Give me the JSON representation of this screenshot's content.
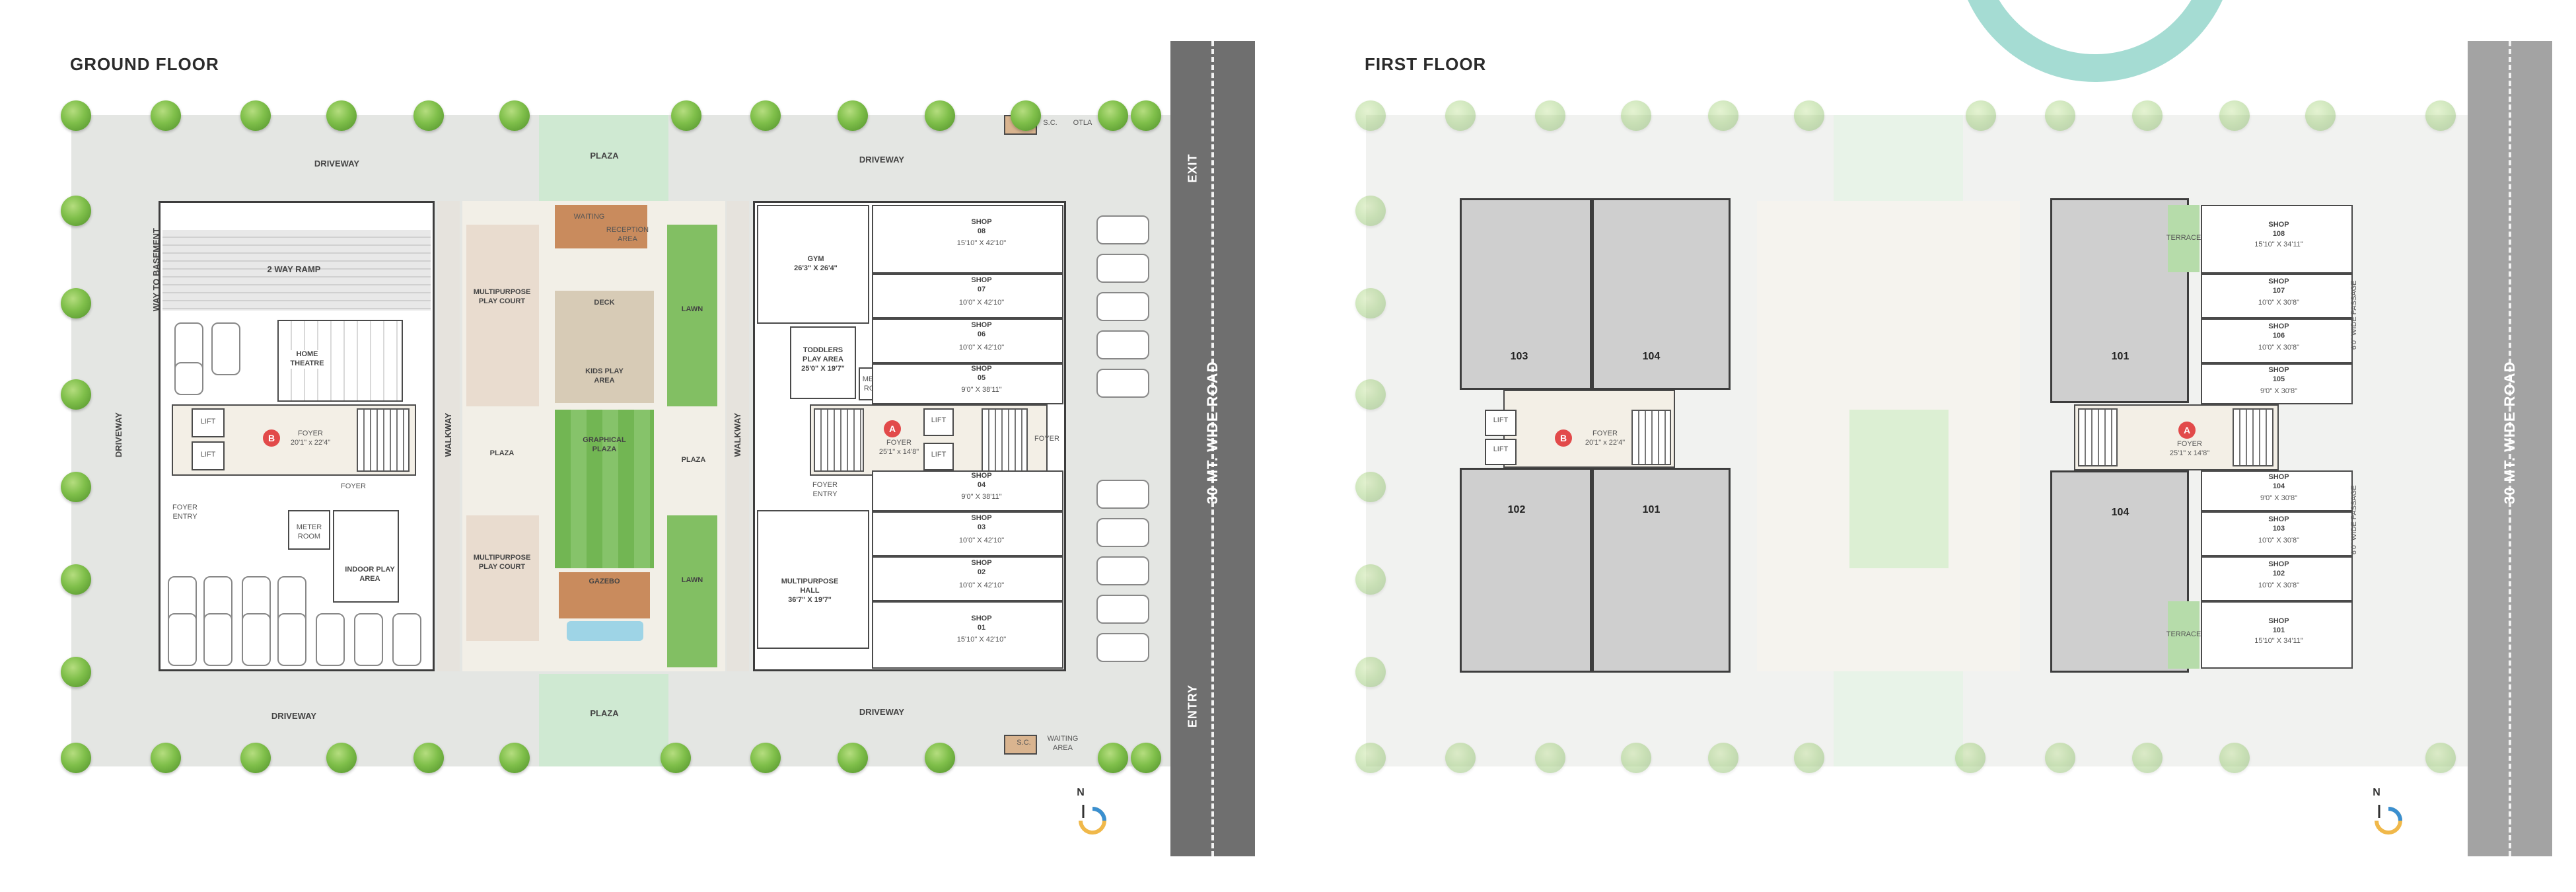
{
  "titles": {
    "ground": "GROUND FLOOR",
    "first": "FIRST FLOOR"
  },
  "road": {
    "label": "30 MT. WIDE ROAD",
    "exit": "EXIT",
    "entry": "ENTRY"
  },
  "compass": {
    "label": "N"
  },
  "ground": {
    "driveway": "DRIVEWAY",
    "way_to_basement": "WAY TO BASEMENT",
    "ramp": "2 WAY RAMP",
    "home_theatre": "HOME\nTHEATRE",
    "lift": "LIFT",
    "foyer_b": "FOYER\n20'1\" x 22'4\"",
    "foyer": "FOYER",
    "foyer_entry": "FOYER\nENTRY",
    "meter_room": "METER\nROOM",
    "indoor_play": "INDOOR PLAY\nAREA",
    "walkway": "WALKWAY",
    "multipurpose_court": "MULTIPURPOSE\nPLAY COURT",
    "plaza": "PLAZA",
    "waiting": "WAITING",
    "reception": "RECEPTION\nAREA",
    "deck": "DECK",
    "kids_play": "KIDS PLAY\nAREA",
    "graphical_plaza": "GRAPHICAL\nPLAZA",
    "gazebo": "GAZEBO",
    "lawn": "LAWN",
    "gym": "GYM\n26'3\" X 26'4\"",
    "toddlers": "TODDLERS\nPLAY AREA\n25'0\" X 19'7\"",
    "foyer_a": "FOYER\n25'1\" x 14'8\"",
    "multipurpose_hall": "MULTIPURPOSE\nHALL\n36'7\" X 19'7\"",
    "sc": "S.C.",
    "otla": "OTLA",
    "waiting_area": "WAITING\nAREA",
    "shops": [
      {
        "name": "SHOP\n08",
        "size": "15'10\" X 42'10\""
      },
      {
        "name": "SHOP\n07",
        "size": "10'0\" X 42'10\""
      },
      {
        "name": "SHOP\n06",
        "size": "10'0\" X 42'10\""
      },
      {
        "name": "SHOP\n05",
        "size": "9'0\" X 38'11\""
      },
      {
        "name": "SHOP\n04",
        "size": "9'0\" X 38'11\""
      },
      {
        "name": "SHOP\n03",
        "size": "10'0\" X 42'10\""
      },
      {
        "name": "SHOP\n02",
        "size": "10'0\" X 42'10\""
      },
      {
        "name": "SHOP\n01",
        "size": "15'10\" X 42'10\""
      }
    ]
  },
  "first": {
    "flats_b": [
      "103",
      "104",
      "102",
      "101"
    ],
    "flats_a": [
      "101",
      "104"
    ],
    "foyer_b": "FOYER\n20'1\" x 22'4\"",
    "foyer_a": "FOYER\n25'1\" x 14'8\"",
    "terrace": "TERRACE",
    "passage": "6'0\" WIDE PASSAGE",
    "shops": [
      {
        "name": "SHOP\n108",
        "size": "15'10\" X 34'11\""
      },
      {
        "name": "SHOP\n107",
        "size": "10'0\" X 30'8\""
      },
      {
        "name": "SHOP\n106",
        "size": "10'0\" X 30'8\""
      },
      {
        "name": "SHOP\n105",
        "size": "9'0\" X 30'8\""
      },
      {
        "name": "SHOP\n104",
        "size": "9'0\" X 30'8\""
      },
      {
        "name": "SHOP\n103",
        "size": "10'0\" X 30'8\""
      },
      {
        "name": "SHOP\n102",
        "size": "10'0\" X 30'8\""
      },
      {
        "name": "SHOP\n101",
        "size": "15'10\" X 34'11\""
      }
    ]
  },
  "badges": {
    "a": "A",
    "b": "B"
  },
  "colors": {
    "road": "#6f6f6f",
    "tree": "#7fbf4a",
    "plaza": "#cfe9d2",
    "lawn": "#82bf63",
    "accent_ring": "#a5dcd3",
    "badge": "#e24a4a"
  }
}
